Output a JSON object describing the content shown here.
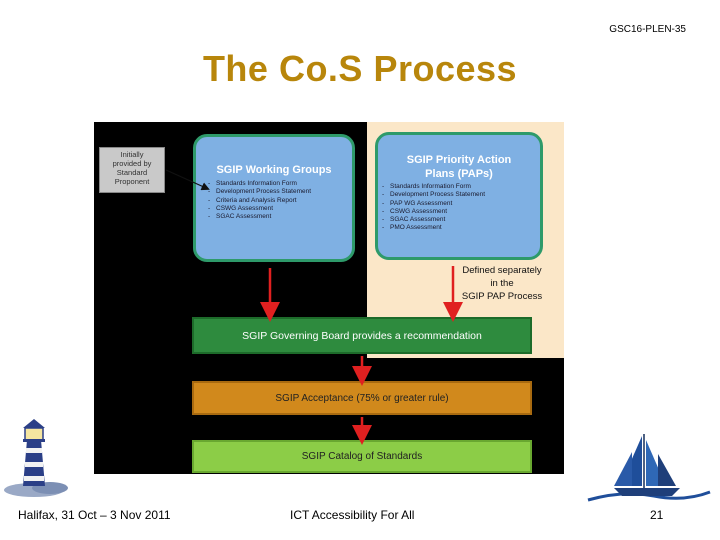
{
  "header": {
    "doc_id": "GSC16-PLEN-35",
    "title": "The Co.S Process"
  },
  "diagram": {
    "note": {
      "lines": [
        "Initially",
        "provided by",
        "Standard",
        "Proponent"
      ]
    },
    "working_groups": {
      "title": "SGIP Working Groups",
      "items": [
        "Standards Information Form",
        "Development Process Statement",
        "Criteria and Analysis Report",
        "CSWG Assessment",
        "SGAC Assessment"
      ]
    },
    "pap": {
      "title_lines": [
        "SGIP Priority Action",
        "Plans (PAPs)"
      ],
      "items": [
        "Standards Information Form",
        "Development Process Statement",
        "PAP WG Assessment",
        "CSWG Assessment",
        "SGAC Assessment",
        "PMO Assessment"
      ]
    },
    "defined_note": {
      "lines": [
        "Defined separately",
        "in the",
        "SGIP PAP Process"
      ]
    },
    "governing_board": "SGIP Governing Board provides a recommendation",
    "acceptance": "SGIP Acceptance (75% or greater rule)",
    "catalog": "SGIP Catalog of Standards",
    "colors": {
      "background": "#000000",
      "pap_background": "#fbe7c8",
      "group_fill": "#7fb0e3",
      "group_border": "#2e9a6a",
      "board": "#2e8b3e",
      "acceptance": "#d1891c",
      "catalog": "#8ccd47",
      "arrow": "#e02020"
    }
  },
  "footer": {
    "left": "Halifax, 31 Oct – 3 Nov 2011",
    "center": "ICT Accessibility For All",
    "page": "21"
  },
  "logos": {
    "left": "lighthouse-icon",
    "right": "sailing-ship-icon"
  }
}
